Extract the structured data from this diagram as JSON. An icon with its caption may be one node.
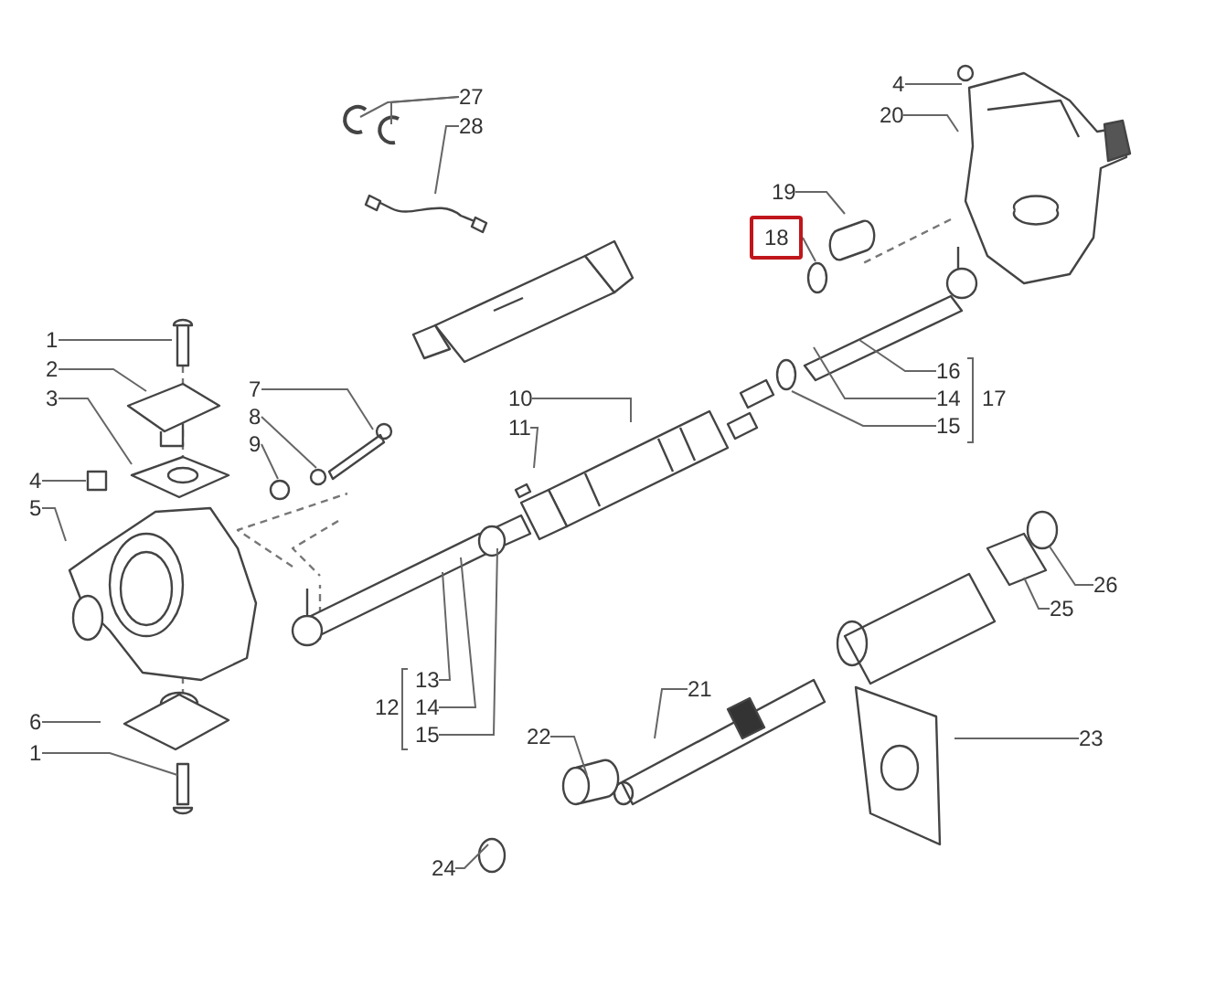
{
  "diagram": {
    "nodes": [
      {
        "text": [
          "27"
        ]
      },
      {
        "text": [
          "28"
        ]
      },
      {
        "text": [
          "4"
        ]
      },
      {
        "text": [
          "20"
        ]
      },
      {
        "text": [
          "19"
        ]
      },
      {
        "text": [
          "18"
        ]
      },
      {
        "text": [
          "1"
        ]
      },
      {
        "text": [
          "2"
        ]
      },
      {
        "text": [
          "7"
        ]
      },
      {
        "text": [
          "3"
        ]
      },
      {
        "text": [
          "8"
        ]
      },
      {
        "text": [
          "10"
        ]
      },
      {
        "text": [
          "16"
        ]
      },
      {
        "text": [
          "9"
        ]
      },
      {
        "text": [
          "11"
        ]
      },
      {
        "text": [
          "14"
        ]
      },
      {
        "text": [
          "15"
        ]
      },
      {
        "text": [
          "4"
        ]
      },
      {
        "text": [
          "5"
        ]
      },
      {
        "text": [
          "26"
        ]
      },
      {
        "text": [
          "25"
        ]
      },
      {
        "text": [
          "13"
        ]
      },
      {
        "text": [
          "14"
        ]
      },
      {
        "text": [
          "15"
        ]
      },
      {
        "text": [
          "21"
        ]
      },
      {
        "text": [
          "22"
        ]
      },
      {
        "text": [
          "6"
        ]
      },
      {
        "text": [
          "23"
        ]
      },
      {
        "text": [
          "1"
        ]
      },
      {
        "text": [
          "24"
        ]
      }
    ],
    "edges": [
      {
        "from": 0,
        "to": null,
        "arrow": "none"
      },
      {
        "from": 0,
        "to": null,
        "arrow": "none"
      },
      {
        "from": 1,
        "to": null,
        "arrow": "none"
      },
      {
        "from": 2,
        "to": null,
        "arrow": "none"
      },
      {
        "from": 3,
        "to": null,
        "arrow": "none"
      },
      {
        "from": 4,
        "to": null,
        "arrow": "none"
      },
      {
        "from": 5,
        "to": null,
        "arrow": "none"
      },
      {
        "from": 6,
        "to": null,
        "arrow": "none"
      },
      {
        "from": 7,
        "to": null,
        "arrow": "none"
      },
      {
        "from": 8,
        "to": null,
        "arrow": "none"
      },
      {
        "from": 9,
        "to": null,
        "arrow": "none"
      },
      {
        "from": 10,
        "to": null,
        "arrow": "none"
      },
      {
        "from": 11,
        "to": null,
        "arrow": "none"
      },
      {
        "from": 12,
        "to": null,
        "arrow": "none"
      },
      {
        "from": 13,
        "to": null,
        "arrow": "none"
      },
      {
        "from": 14,
        "to": null,
        "arrow": "none"
      },
      {
        "from": 15,
        "to": null,
        "arrow": "none"
      },
      {
        "from": 16,
        "to": null,
        "arrow": "none"
      },
      {
        "from": 17,
        "to": null,
        "arrow": "none"
      },
      {
        "from": 18,
        "to": null,
        "arrow": "none"
      },
      {
        "from": 19,
        "to": null,
        "arrow": "none"
      },
      {
        "from": 20,
        "to": null,
        "arrow": "none"
      },
      {
        "from": 21,
        "to": null,
        "arrow": "none"
      },
      {
        "from": 22,
        "to": null,
        "arrow": "none"
      },
      {
        "from": 23,
        "to": null,
        "arrow": "none"
      },
      {
        "from": 24,
        "to": null,
        "arrow": "none"
      },
      {
        "from": 25,
        "to": null,
        "arrow": "none"
      },
      {
        "from": 26,
        "to": null,
        "arrow": "none"
      },
      {
        "from": 27,
        "to": null,
        "arrow": "none"
      },
      {
        "from": 28,
        "to": null,
        "arrow": "none"
      },
      {
        "from": 29,
        "to": null,
        "arrow": "none"
      }
    ],
    "labels": [
      "17",
      "12"
    ]
  }
}
